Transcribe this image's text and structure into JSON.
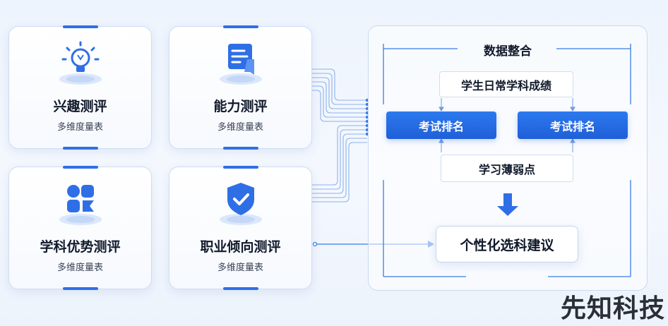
{
  "cards": [
    {
      "title": "兴趣测评",
      "subtitle": "多维度量表",
      "icon": "lightbulb-icon"
    },
    {
      "title": "能力测评",
      "subtitle": "多维度量表",
      "icon": "chat-document-icon"
    },
    {
      "title": "学科优势测评",
      "subtitle": "多维度量表",
      "icon": "apps-blocks-icon"
    },
    {
      "title": "职业倾向测评",
      "subtitle": "多维度量表",
      "icon": "shield-check-icon"
    }
  ],
  "panel": {
    "title": "数据整合",
    "daily_scores": "学生日常学科成绩",
    "exam_rank_left": "考试排名",
    "exam_rank_right": "考试排名",
    "weak_points": "学习薄弱点",
    "result": "个性化选科建议"
  },
  "watermark": "先知科技",
  "colors": {
    "accent": "#2f6fe6",
    "text": "#111a2b"
  }
}
